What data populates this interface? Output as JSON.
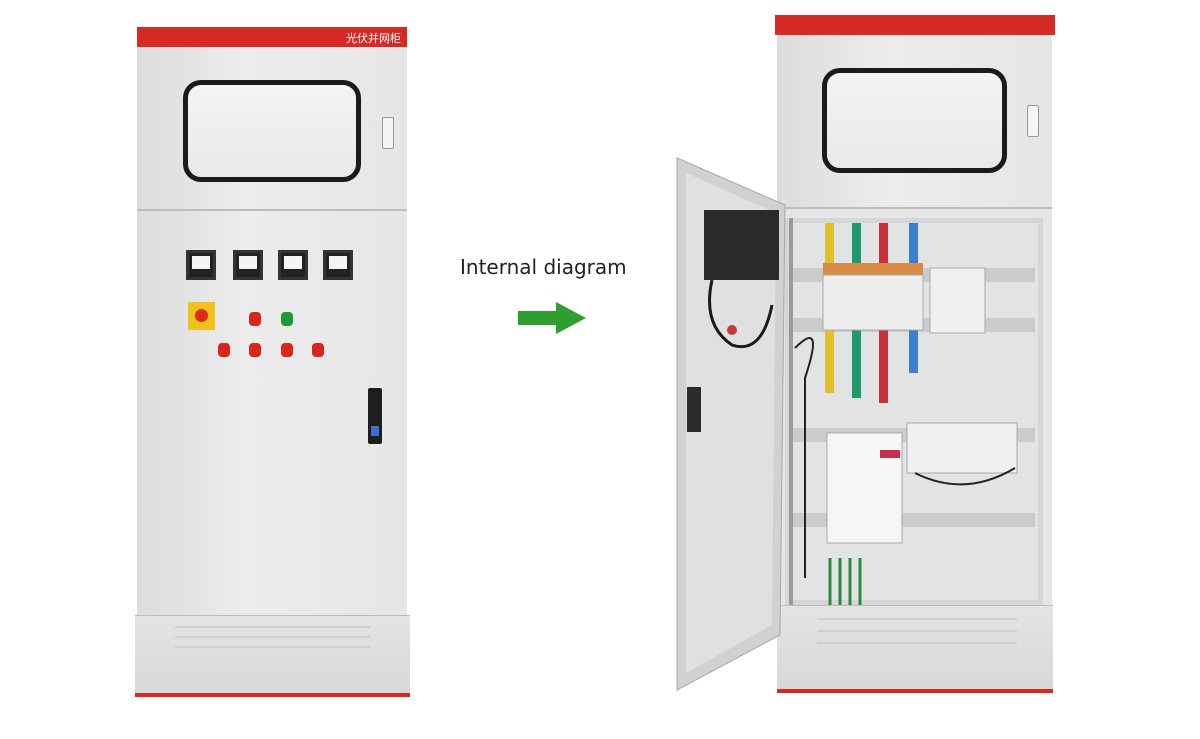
{
  "left_cabinet": {
    "plate_text": "光伏并网柜",
    "meters": 4,
    "indicator_lamps": [
      "red",
      "green",
      "red",
      "red",
      "red",
      "red"
    ]
  },
  "caption": {
    "text": "Internal diagram"
  },
  "colors": {
    "cabinet_red": "#d62a24",
    "arrow_green": "#2e9e2e",
    "busbar_yellow": "#e2c02c",
    "busbar_green": "#1f9a6a",
    "busbar_red": "#c8313a",
    "busbar_blue": "#3a7fd0"
  }
}
